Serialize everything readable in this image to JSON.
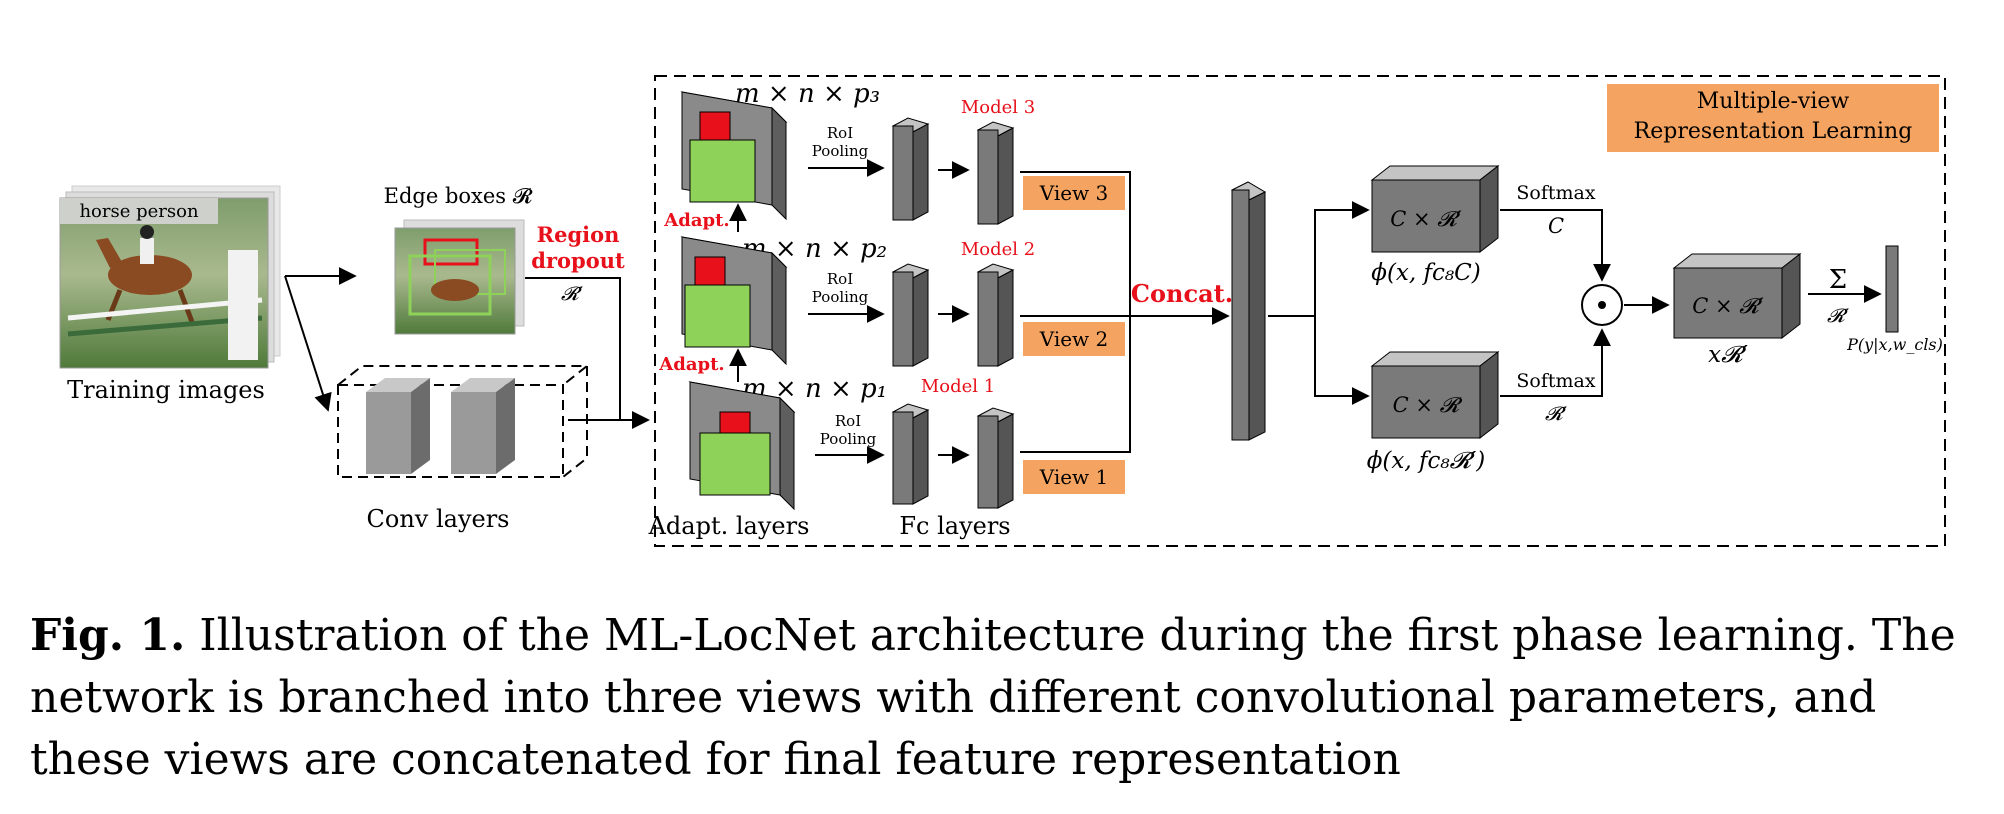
{
  "inputs": {
    "image_tag": "horse person",
    "training_images": "Training images",
    "edge_boxes": "Edge boxes 𝓡",
    "conv_layers": "Conv layers",
    "region_dropout_1": "Region",
    "region_dropout_2": "dropout",
    "r_prime": "𝓡′"
  },
  "branches": {
    "dims": [
      "m × n × p₃",
      "m × n × p₂",
      "m × n × p₁"
    ],
    "models": [
      "Model 3",
      "Model 2",
      "Model 1"
    ],
    "views": [
      "View 3",
      "View 2",
      "View 1"
    ],
    "roi_line1": "RoI",
    "roi_line2": "Pooling",
    "adapt": "Adapt.",
    "adapt_layers": "Adapt. layers",
    "fc_layers": "Fc layers"
  },
  "mvrl": {
    "title_line1": "Multiple-view",
    "title_line2": "Representation Learning",
    "concat": "Concat."
  },
  "heads": {
    "top_box": "C × 𝓡′",
    "top_label": "ϕ(x, fc₈C)",
    "bottom_box": "C × 𝓡",
    "bottom_label": "ϕ(x, fc₈𝓡′)",
    "softmax_top": "Softmax",
    "softmax_top_sub": "C",
    "softmax_bottom": "Softmax",
    "softmax_bottom_sub": "𝓡′",
    "odot": "⊙",
    "out_box": "C × 𝓡′",
    "out_label": "x𝓡′",
    "sum": "Σ",
    "sum_sub": "𝓡′",
    "prob": "P(y|x,w_cls)"
  },
  "caption": {
    "label": "Fig. 1.",
    "text": " Illustration of the ML-LocNet architecture during the first phase learning. The network is branched into three views with different convolutional parameters, and these views are concatenated for final feature representation"
  },
  "colors": {
    "accent_red": "#e8101a",
    "view_orange": "#f4a460",
    "layer_gray": "#7a7a7a",
    "roi_green": "#8fd25a"
  }
}
